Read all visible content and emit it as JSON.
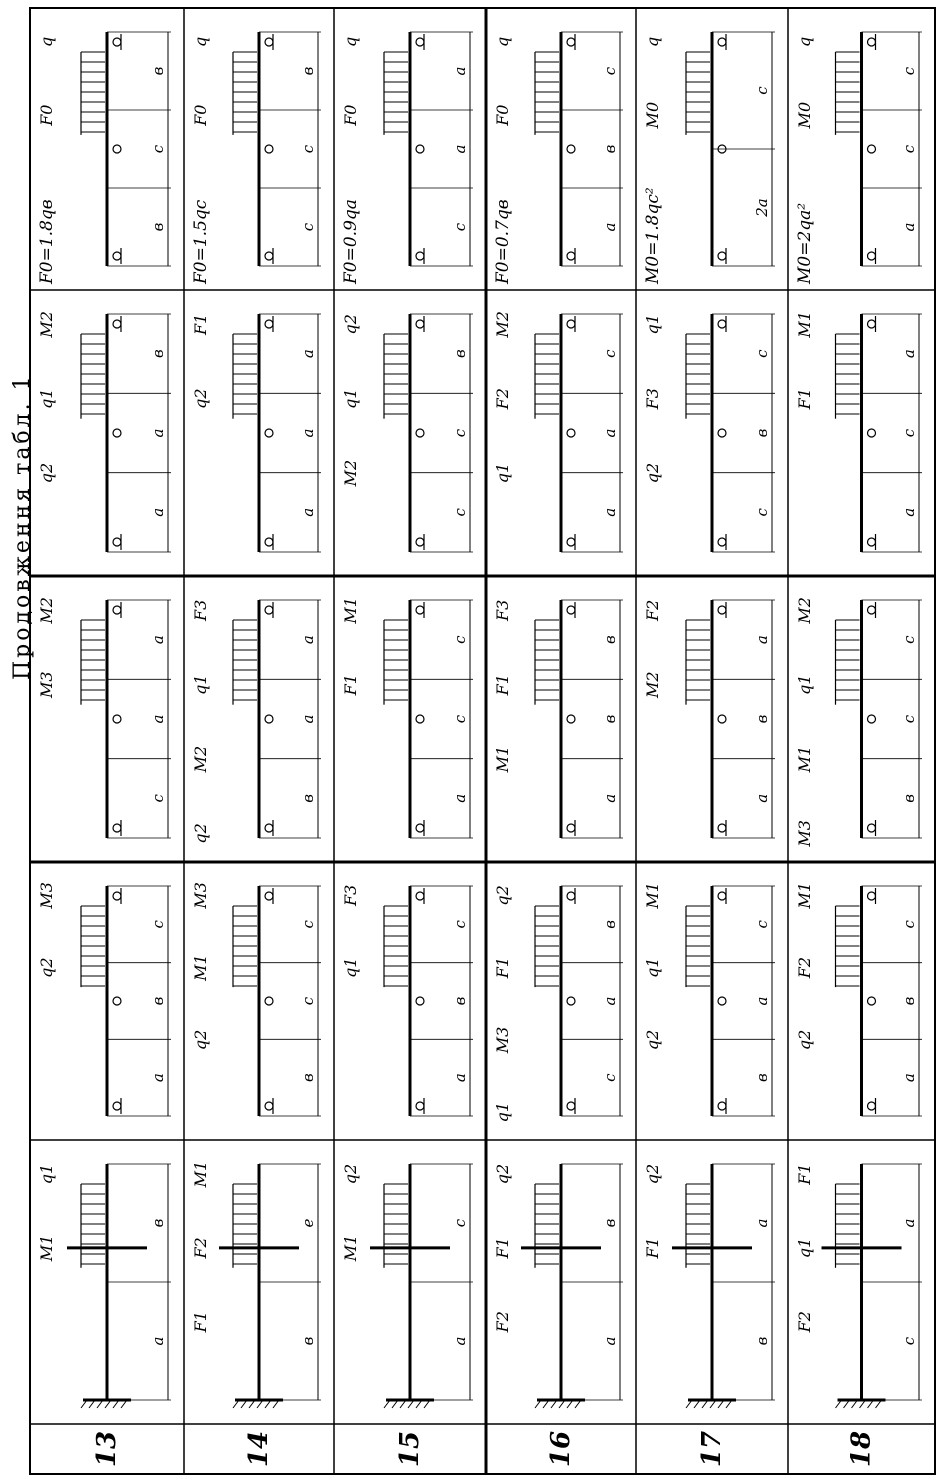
{
  "header": {
    "text": "Продовження   табл. 1"
  },
  "rows": [
    {
      "number": "13",
      "c1": {
        "load": [
          "q1",
          "M1"
        ],
        "dims": [
          "a",
          "в"
        ]
      },
      "c2": {
        "load": [
          "M3",
          "q2"
        ],
        "dims": [
          "a",
          "в",
          "c"
        ]
      },
      "c3": {
        "load": [
          "M2",
          "M3"
        ],
        "dims": [
          "c",
          "a",
          "a"
        ]
      },
      "c4": {
        "load": [
          "M2",
          "q1",
          "q2"
        ],
        "dims": [
          "a",
          "a",
          "в"
        ]
      },
      "c5": {
        "formula": "F0=1.8qв",
        "load": [
          "q",
          "F0"
        ],
        "dims": [
          "в",
          "c",
          "в"
        ]
      }
    },
    {
      "number": "14",
      "c1": {
        "load": [
          "M1",
          "F2",
          "F1"
        ],
        "dims": [
          "в",
          "e"
        ]
      },
      "c2": {
        "load": [
          "M3",
          "M1",
          "q2"
        ],
        "dims": [
          "в",
          "c",
          "c"
        ]
      },
      "c3": {
        "load": [
          "F3",
          "q1",
          "M2",
          "q2"
        ],
        "dims": [
          "в",
          "a",
          "a"
        ]
      },
      "c4": {
        "load": [
          "F1",
          "q2"
        ],
        "dims": [
          "a",
          "a",
          "a"
        ]
      },
      "c5": {
        "formula": "F0=1.5qc",
        "load": [
          "q",
          "F0"
        ],
        "dims": [
          "c",
          "c",
          "в"
        ]
      }
    },
    {
      "number": "15",
      "c1": {
        "load": [
          "q2",
          "M1"
        ],
        "dims": [
          "a",
          "c"
        ]
      },
      "c2": {
        "load": [
          "F3",
          "q1"
        ],
        "dims": [
          "a",
          "в",
          "c"
        ]
      },
      "c3": {
        "load": [
          "M1",
          "F1"
        ],
        "dims": [
          "a",
          "c",
          "c"
        ]
      },
      "c4": {
        "load": [
          "q2",
          "q1",
          "M2"
        ],
        "dims": [
          "c",
          "c",
          "в"
        ]
      },
      "c5": {
        "formula": "F0=0.9qa",
        "load": [
          "q",
          "F0"
        ],
        "dims": [
          "c",
          "a",
          "a"
        ]
      }
    },
    {
      "number": "16",
      "c1": {
        "load": [
          "q2",
          "F1",
          "F2"
        ],
        "dims": [
          "a",
          "в"
        ]
      },
      "c2": {
        "load": [
          "q2",
          "F1",
          "M3",
          "q1"
        ],
        "dims": [
          "c",
          "a",
          "в"
        ]
      },
      "c3": {
        "load": [
          "F3",
          "F1",
          "M1"
        ],
        "dims": [
          "a",
          "в",
          "в"
        ]
      },
      "c4": {
        "load": [
          "M2",
          "F2",
          "q1"
        ],
        "dims": [
          "a",
          "a",
          "c"
        ]
      },
      "c5": {
        "formula": "F0=0.7qв",
        "load": [
          "q",
          "F0"
        ],
        "dims": [
          "a",
          "в",
          "c"
        ]
      }
    },
    {
      "number": "17",
      "c1": {
        "load": [
          "q2",
          "F1"
        ],
        "dims": [
          "в",
          "a"
        ]
      },
      "c2": {
        "load": [
          "M1",
          "q1",
          "q2"
        ],
        "dims": [
          "в",
          "a",
          "c"
        ]
      },
      "c3": {
        "load": [
          "F2",
          "M2"
        ],
        "dims": [
          "a",
          "в",
          "a"
        ]
      },
      "c4": {
        "load": [
          "q1",
          "F3",
          "q2"
        ],
        "dims": [
          "c",
          "в",
          "c"
        ]
      },
      "c5": {
        "formula": "M0=1.8qc²",
        "load": [
          "q",
          "M0"
        ],
        "dims": [
          "2a",
          "c"
        ]
      }
    },
    {
      "number": "18",
      "c1": {
        "load": [
          "F1",
          "q1",
          "F2"
        ],
        "dims": [
          "c",
          "a"
        ]
      },
      "c2": {
        "load": [
          "M1",
          "F2",
          "q2"
        ],
        "dims": [
          "a",
          "в",
          "c"
        ]
      },
      "c3": {
        "load": [
          "M2",
          "q1",
          "M1",
          "M3"
        ],
        "dims": [
          "в",
          "c",
          "c"
        ]
      },
      "c4": {
        "load": [
          "M1",
          "F1"
        ],
        "dims": [
          "a",
          "c",
          "a"
        ]
      },
      "c5": {
        "formula": "M0=2qa²",
        "load": [
          "q",
          "M0"
        ],
        "dims": [
          "a",
          "c",
          "c"
        ]
      }
    }
  ]
}
